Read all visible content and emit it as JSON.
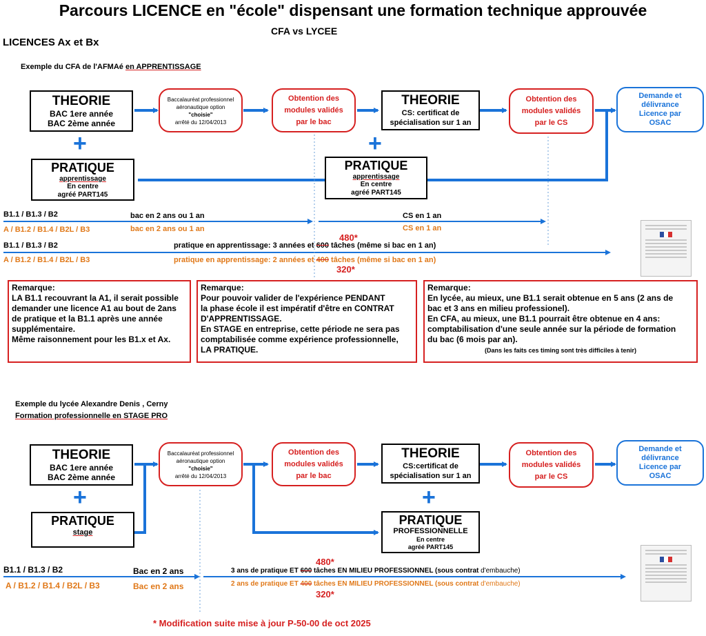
{
  "title": "Parcours LICENCE en \"école\" dispensant une formation technique approuvée",
  "subtitle": "CFA vs LYCEE",
  "section": "LICENCES Ax et Bx",
  "cfa": {
    "example": "Exemple du CFA de l'AFMAé",
    "example_mode": "en APPRENTISSAGE",
    "theorie": {
      "title": "THEORIE",
      "l1": "BAC 1ere année",
      "l2": "BAC 2ème année"
    },
    "pratique": {
      "title": "PRATIQUE",
      "sub": "apprentissage",
      "l1": "En centre",
      "l2": "agréé PART145"
    },
    "bac": {
      "l1": "Baccalauréat professionnel",
      "l2": "aéronautique option",
      "l3": "\"choisie\"",
      "l4": "arrêté du 12/04/2013"
    },
    "oblig1": {
      "l1": "Obtention des",
      "l2": "modules validés",
      "l3": "par le bac"
    },
    "theorie2": {
      "title": "THEORIE",
      "l1": "CS: certificat de",
      "l2": "spécialisation sur 1 an"
    },
    "pratique2": {
      "title": "PRATIQUE",
      "sub": "apprentissage",
      "l1": "En centre",
      "l2": "agréé PART145"
    },
    "oblig2": {
      "l1": "Obtention des",
      "l2": "modules validés",
      "l3": "par  le  CS"
    },
    "demande": {
      "l1": "Demande et",
      "l2": "délivrance",
      "l3": "Licence par",
      "l4": "OSAC"
    },
    "row1_blue": "B1.1 / B1.3 / B2",
    "row1_orange": "A / B1.2 / B1.4 / B2L / B3",
    "bac_blue": "bac en 2 ans ou 1 an",
    "bac_orange": "bac en 2 ans ou 1 an",
    "cs_blue": "CS en 1 an",
    "cs_orange": "CS en 1 an",
    "row2_blue": "B1.1 / B1.3 / B2",
    "row2_orange": "A / B1.2 / B1.4 / B2L / B3",
    "prat_blue_a": "pratique en apprentissage: 3 années et ",
    "prat_blue_old": "600",
    "prat_blue_b": " tâches (même si bac en 1 an)",
    "prat_blue_new": "480*",
    "prat_orange_a": "pratique en apprentissage: 2 années et ",
    "prat_orange_old": "400",
    "prat_orange_b": " tâches (même si bac en 1 an)",
    "prat_orange_new": "320*"
  },
  "remarks": [
    {
      "title": "Remarque:",
      "lines": [
        "LA B1.1 recouvrant la A1, il serait possible",
        "demander une licence A1 au bout de 2ans",
        "de pratique et la B1.1 après une année",
        "supplémentaire.",
        "Même raisonnement pour les B1.x et Ax."
      ]
    },
    {
      "title": "Remarque:",
      "lines": [
        "Pour pouvoir valider de l'expérience PENDANT",
        "la phase école il est impératif d'être en CONTRAT",
        "D'APPRENTISSAGE.",
        "En STAGE en entreprise, cette période ne sera pas",
        "comptabilisée comme expérience  professionnelle,",
        "LA PRATIQUE."
      ]
    },
    {
      "title": "Remarque:",
      "lines": [
        "En lycée, au mieux, une B1.1 serait obtenue en 5 ans (2 ans de",
        "bac et 3 ans en milieu professionel).",
        "En CFA, au mieux, une B1.1 pourrait être obtenue en 4 ans:",
        "comptabilisation d'une seule année sur la période de formation",
        "du bac (6 mois par an)."
      ],
      "note": "(Dans les faits ces timing sont très difficiles à tenir)"
    }
  ],
  "lycee": {
    "example": "Exemple du lycée Alexandre Denis , Cerny",
    "example_mode": "Formation professionnelle en STAGE PRO",
    "theorie": {
      "title": "THEORIE",
      "l1": "BAC 1ere année",
      "l2": "BAC 2ème année"
    },
    "pratique": {
      "title": "PRATIQUE",
      "sub": "stage"
    },
    "bac": {
      "l1": "Baccalauréat professionnel",
      "l2": "aéronautique option",
      "l3": "\"choisie\"",
      "l4": "arrêté du 12/04/2013"
    },
    "oblig1": {
      "l1": "Obtention des",
      "l2": "modules validés",
      "l3": "par le bac"
    },
    "theorie2": {
      "title": "THEORIE",
      "l1": "CS:certificat de",
      "l2": "spécialisation sur 1 an"
    },
    "pratique2": {
      "title": "PRATIQUE",
      "sub": "PROFESSIONNELLE",
      "l1": "En centre",
      "l2": "agréé PART145"
    },
    "oblig2": {
      "l1": "Obtention des",
      "l2": "modules validés",
      "l3": "par  le  CS"
    },
    "demande": {
      "l1": "Demande et",
      "l2": "délivrance",
      "l3": "Licence par",
      "l4": "OSAC"
    },
    "row_blue": "B1.1 / B1.3 / B2",
    "row_orange": "A / B1.2 / B1.4 / B2L / B3",
    "bac_blue": "Bac en 2 ans",
    "bac_orange": "Bac en 2 ans",
    "prat_blue_a": "3 ans de pratique ET ",
    "prat_blue_old": "600",
    "prat_blue_b": " tâches EN MILIEU PROFESSIONNEL (sous contrat ",
    "prat_blue_c": "d'embauche)",
    "prat_blue_new": "480*",
    "prat_orange_a": "2 ans de pratique ET ",
    "prat_orange_old": "400",
    "prat_orange_b": " tâches EN MILIEU PROFESSIONNEL (sous contrat ",
    "prat_orange_c": "d'embauche)",
    "prat_orange_new": "320*"
  },
  "footnote": "* Modification suite mise à jour P-50-00 de oct 2025",
  "colors": {
    "blue": "#1a73d9",
    "red": "#d62020",
    "orange": "#e07818"
  }
}
